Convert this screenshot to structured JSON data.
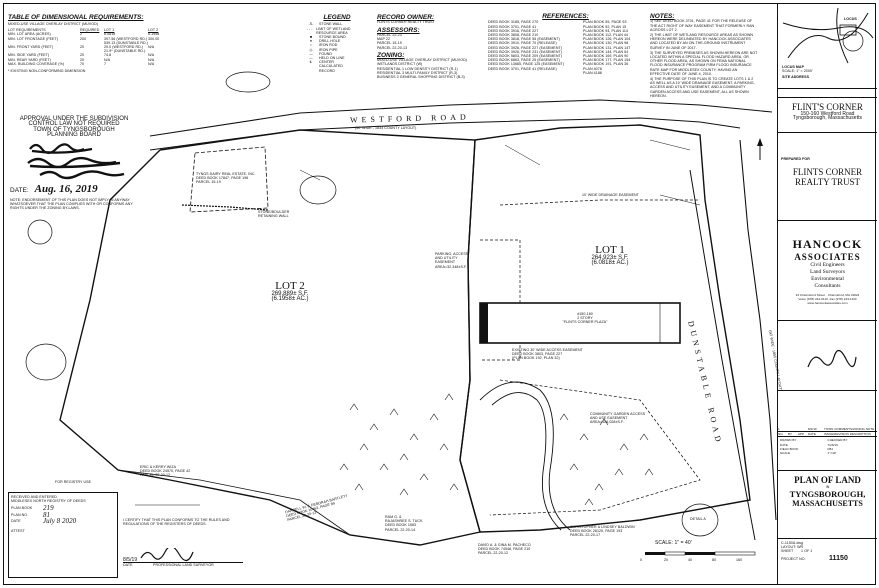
{
  "dimensional": {
    "title": "TABLE OF DIMENSIONAL REQUIREMENTS:",
    "district": "MIXED-USE VILLAGE OVERLAY DISTRICT (MUVOD)",
    "col_required": "REQUIRED",
    "col_lot1": "LOT 1",
    "col_lot2": "LOT 2",
    "section_label": "LOT REQUIREMENTS",
    "rows": [
      {
        "label": "MIN. LOT AREA (ACRES)",
        "req": "2",
        "lot1": "6.0818",
        "lot2": "6.1958"
      },
      {
        "label": "MIN. LOT FRONTAGE (FEET)",
        "req": "200",
        "lot1": "397.56 (WESTFORD RD.)",
        "lot2": "300.00"
      },
      {
        "label": "",
        "req": "",
        "lot1": "539.13 (DUNSTABLE RD.)",
        "lot2": ""
      },
      {
        "label": "MIN. FRONT YARD (FEET)",
        "req": "20",
        "lot1": "29.0 (WESTFORD RD.)",
        "lot2": "N/A"
      },
      {
        "label": "",
        "req": "",
        "lot1": "21.9* (DUNSTABLE RD.)",
        "lot2": ""
      },
      {
        "label": "MIN. SIDE YARD (FEET)",
        "req": "20",
        "lot1": "74.8",
        "lot2": "N/A"
      },
      {
        "label": "MIN. REAR YARD (FEET)",
        "req": "20",
        "lot1": "N/A",
        "lot2": "N/A"
      },
      {
        "label": "MAX. BUILDING COVERAGE (%)",
        "req": "70",
        "lot1": "7",
        "lot2": "N/A"
      }
    ],
    "note": "* EXISTING NON-CONFORMING DIMENSION"
  },
  "legend": {
    "title": "LEGEND",
    "items": [
      {
        "sym": "-S-",
        "text": "STONE WALL"
      },
      {
        "sym": "- - -",
        "text": "LIMIT OF WETLAND RESOURCE AREA"
      },
      {
        "sym": "■",
        "text": "STONE BOUND"
      },
      {
        "sym": "●",
        "text": "DRILL HOLE"
      },
      {
        "sym": "○",
        "text": "IRON ROD"
      },
      {
        "sym": "◎",
        "text": "IRON PIPE"
      },
      {
        "sym": "—",
        "text": "FOUND"
      },
      {
        "sym": "—",
        "text": "HELD ON LINE"
      },
      {
        "sym": "℄",
        "text": "CENTER"
      },
      {
        "sym": "",
        "text": "CALCULATED"
      },
      {
        "sym": "",
        "text": "RECORD"
      }
    ]
  },
  "record_owner": {
    "title": "RECORD OWNER:",
    "name": "FLINTS CORNER REALTY TRUST",
    "assessors_title": "ASSESSORS:",
    "assessors": [
      "PARCEL 22-23",
      "MAP 22",
      "PARCEL 15-19",
      "PARCEL 22-20-13"
    ],
    "zoning_title": "ZONING:",
    "zoning": [
      "MIXED-USE VILLAGE OVERLAY DISTRICT (MUVOD)",
      "WETLANDS DISTRICT (W)",
      "RESIDENTIAL 1 LOW DENSITY DISTRICT (R-1)",
      "RESIDENTIAL 3 MULTI-FAMILY DISTRICT (R-3)",
      "BUSINESS 3 GENERAL SHOPPING DISTRICT (B-3)"
    ]
  },
  "references": {
    "title": "REFERENCES:",
    "col1": [
      "DEED BOOK 3185, PAGE 270",
      "DEED BOOK 3701, PAGE 41",
      "DEED BOOK 3916, PAGE 227",
      "DEED BOOK 3808, PAGE 210",
      "DEED BOOK 3818, PAGE 55 (EASEMENT)",
      "DEED BOOK 3910, PAGE 70 (RELEASE)",
      "DEED BOOK 3926, PAGE 227 (EASEMENT)",
      "DEED BOOK 3926, PAGE 231 (EASEMENT)",
      "DEED BOOK 5803, PAGE 209 (EASEMENT)",
      "DEED BOOK 6863, PAGE 25 (EASEMENT)",
      "DEED BOOK 13665, PAGE 125 (EASEMENT)",
      "DEED BOOK 3701, PAGE 41 (RELEASE)"
    ],
    "col2": [
      "PLAN BOOK 55, PAGE 93",
      "PLAN BOOK 92, PLAN 15",
      "PLAN BOOK 94, PLAN 114",
      "PLAN BOOK 112, PLAN 44",
      "PLAN BOOK 126, PLAN 104",
      "PLAN BOOK 130, PLAN 98",
      "PLAN BOOK 131, PLAN 147",
      "PLAN BOOK 144, PLAN 54",
      "PLAN BOOK 169, PLAN 90",
      "PLAN BOOK 177, PLAN 154",
      "PLAN BOOK 191, PLAN 36",
      "PLAN 4078",
      "PLAN 4188"
    ]
  },
  "notes": {
    "title": "NOTES:",
    "items": [
      "1) SEE DEED BOOK 3701, PAGE 41 FOR THE RELEASE OF THE ACT RIGHT OF WAY EASEMENT THAT FORMERLY RAN ACROSS LOT 2.",
      "2) THE LIMIT OF WETLAND RESOURCE AREAS AS SHOWN HEREON WERE DELINEATED BY HANCOCK ASSOCIATES AND LOCATED BY AN ON-THE-GROUND INSTRUMENT SURVEY IN JUNE OF 2017.",
      "3) THE SURVEYED PREMISES AS SHOWN HEREON ARE NOT LOCATED WITHIN A SPECIAL FLOOD HAZARD AREA, OR OTHER FLOOD AREA, AS SHOWN ON FEMA NATIONAL FLOOD INSURANCE PROGRAM FIRM FLOOD INSURANCE RATE MAP FOR MIDDLESEX COUNTY, HAVING AN EFFECTIVE DATE OF JUNE 4, 2010.",
      "4) THE PURPOSE OF THIS PLAN IS TO CREATE LOTS 1 & 2 AS WELL AS A 10' WIDE DRAINAGE EASEMENT, A PARKING, ACCESS AND UTILITY EASEMENT, AND A COMMUNITY GARDEN ACCESS AND USE EASEMENT, ALL AS SHOWN HEREON."
    ]
  },
  "locus": {
    "label": "LOCUS",
    "caption": "LOCUS MAP",
    "scale": "SCALE: 1\" = 2000'",
    "site_label": "SITE ADDRESS"
  },
  "approval": {
    "line1": "APPROVAL UNDER THE SUBDIVISION",
    "line2": "CONTROL LAW NOT REQUIRED",
    "line3": "TOWN OF TYNGSBOROUGH",
    "line4": "PLANNING BOARD",
    "date_label": "DATE:",
    "date_value": "Aug. 16, 2019",
    "note": "NOTE: ENDORSEMENT OF THIS PLAN DOES NOT IMPLY IN ANYWAY WHATSOEVER THAT THE PLAN COMPLIES WITH OR CONFORMS ANY RIGHTS UNDER THE ZONING BY-LAWS."
  },
  "plan": {
    "road_westford": "WESTFORD  ROAD",
    "road_westford_sub": "(50' WIDE - 1834 COUNTY LAYOUT)",
    "road_dunstable": "DUNSTABLE  ROAD",
    "road_dunstable_sub": "(50' WIDE - 1855 COUNTY LAYOUT)",
    "lot1_title": "LOT 1",
    "lot1_area": "264,923± S.F.",
    "lot1_acres": "(6.0818± AC.)",
    "lot2_title": "LOT 2",
    "lot2_area": "269,889± S.F.",
    "lot2_acres": "(6.1958± AC.)",
    "building": "#150-160\n2 STORY\n\"FLINTS CORNER PLAZA\"",
    "tyngs_label": "TYNGS DAIRY REAL ESTATE, INC.\nDEED BOOK 17847, PAGE 196\nPARCEL 15-19",
    "stone_wall": "STONE/BOULDER\nRETAINING WALL",
    "parking_easement": "PARKING, ACCESS\nAND UTILITY\nEASEMENT\nAREA=32,348±S.F.",
    "drainage_easement": "10' WIDE DRAINAGE EASEMENT",
    "garden_easement": "COMMUNITY GARDEN ACCESS\nAND USE EASEMENT\nAREA=126,028±S.F.",
    "existing_easement": "EXISTING 30' WIDE ACCESS EASEMENT\nDEED BOOK 3803, PAGE 227\n(PLAN BOOK 192, PLAN 32)",
    "owner_wiza": "ERIC & KERRY WIZA\nDEED BOOK 24570, PAGE 42\nPARCEL 22-20-12",
    "owner_bartlett": "DARRELL W. & DEBORAH BARTLETT\nDEED BOOK 10463, PAGE 89\nPARCEL 22-20-13",
    "owner_tuck": "RAM G. &\nRAJASHREE S. TUCK\nDEED BOOK 1583\nPARCEL 22-20-14",
    "owner_pacheco": "DAVID A. & GINA M. PACHECO\nDEED BOOK 74548, PAGE 210\nPARCEL 22-20-12",
    "owner_baldwin": "CHRISTOPHER & LINDSEY BALDWIN\nDEED BOOK 28125, PAGE 193\nPARCEL 22-20-17",
    "for_registry": "FOR REGISTRY USE",
    "certify": "I CERTIFY THAT THIS PLAN CONFORMS TO THE RULES AND REGULATIONS OF THE REGISTERS OF DEEDS.",
    "sig_date_label": "DATE",
    "sig_role": "PROFESSIONAL LAND SURVEYOR",
    "sig_date": "8/5/19",
    "scale": "SCALE: 1\" = 40'",
    "scale_ticks": [
      "0",
      "20",
      "40",
      "80",
      "160"
    ],
    "detail": "DETAIL A"
  },
  "titleblock": {
    "project_name": "FLINT'S CORNER",
    "project_addr1": "150-160 Westford Road",
    "project_addr2": "Tyngsborough, Massachusetts",
    "prepared_for": "PREPARED FOR",
    "client1": "FLINTS CORNER",
    "client2": "REALTY TRUST",
    "firm": "HANCOCK",
    "firm2": "ASSOCIATES",
    "services": [
      "Civil Engineers",
      "Land Surveyors",
      "Environmental",
      "Consultants"
    ],
    "firm_addr": "34 Chelmsford Street · Chelmsford, MA 01824",
    "firm_phone": "Voice (978) 244-0110, Fax (978) 244-1133",
    "firm_web": "www.hancockassociates.com",
    "revisions": [
      {
        "no": "1",
        "date": "8/2/19",
        "desc": "TOWN COMMENTS/ZONING NOTE"
      }
    ],
    "rev_headers": [
      "NO.",
      "BY",
      "APP",
      "DATE",
      "ISSUE/REVISION DESCRIPTION"
    ],
    "rev_meta": [
      "DRAWN BY",
      "CHECKED BY",
      "DATE",
      "7/26/19",
      "FIELD BOOK",
      "FB1",
      "SCALE",
      "1\"=40'"
    ],
    "sheet_title1": "PLAN OF LAND",
    "sheet_title2": "IN",
    "sheet_title3": "TYNGSBOROUGH,",
    "sheet_title4": "MASSACHUSETTS",
    "file": "C-1150A.dwg",
    "layout": "LAYOUT: WR",
    "sheet_label": "SHEET",
    "sheet_num": "1 OF 1",
    "project_no_label": "PROJECT NO.",
    "project_no": "11150"
  },
  "registry_box": {
    "lines": [
      "RECEIVED AND ENTERED",
      "MIDDLESEX NORTH REGISTRY OF DEEDS",
      "PLAN BOOK",
      "PLAN NO.",
      "DATE",
      "ATTEST"
    ],
    "book_value": "219",
    "plan_value": "81",
    "date_value": "July 8 2020"
  }
}
